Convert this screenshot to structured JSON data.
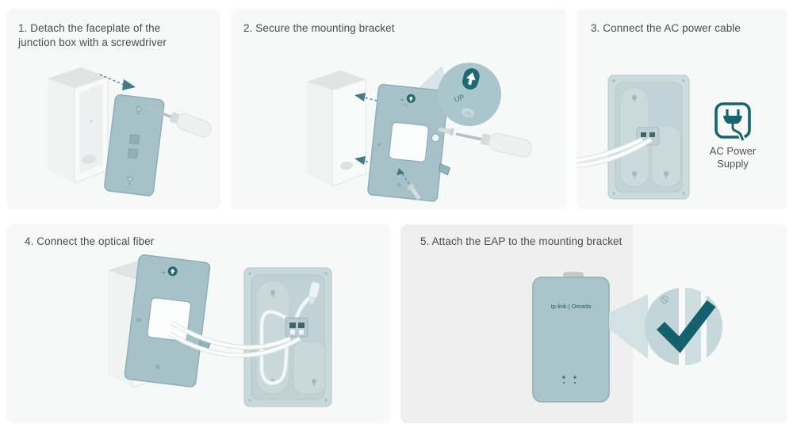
{
  "document": {
    "type": "installation-guide",
    "background": "#ffffff"
  },
  "colors": {
    "panel_bg": "#f7f8f8",
    "panel5_bg": "#efefef",
    "title_text": "#454e50",
    "teal_plate": "#a6c1c7",
    "teal_plate_edge": "#8db0b8",
    "teal_dark_accent": "#16626e",
    "arrow_teal": "#4d8995",
    "gray_box_face": "#f1f3f3",
    "backplate": "#cbdade",
    "cable_white": "#fbfcfc",
    "caption_text": "#4c5557"
  },
  "steps": [
    {
      "number": "1",
      "title": "1. Detach the faceplate of the junction box with a screwdriver"
    },
    {
      "number": "2",
      "title": "2. Secure the mounting bracket",
      "callout_label": "UP"
    },
    {
      "number": "3",
      "title": "3. Connect the AC power cable",
      "caption": "AC Power Supply"
    },
    {
      "number": "4",
      "title": "4. Connect the optical fiber"
    },
    {
      "number": "5",
      "title": "5. Attach the EAP to the mounting bracket",
      "device_logo": "tp-link | Omada"
    }
  ]
}
